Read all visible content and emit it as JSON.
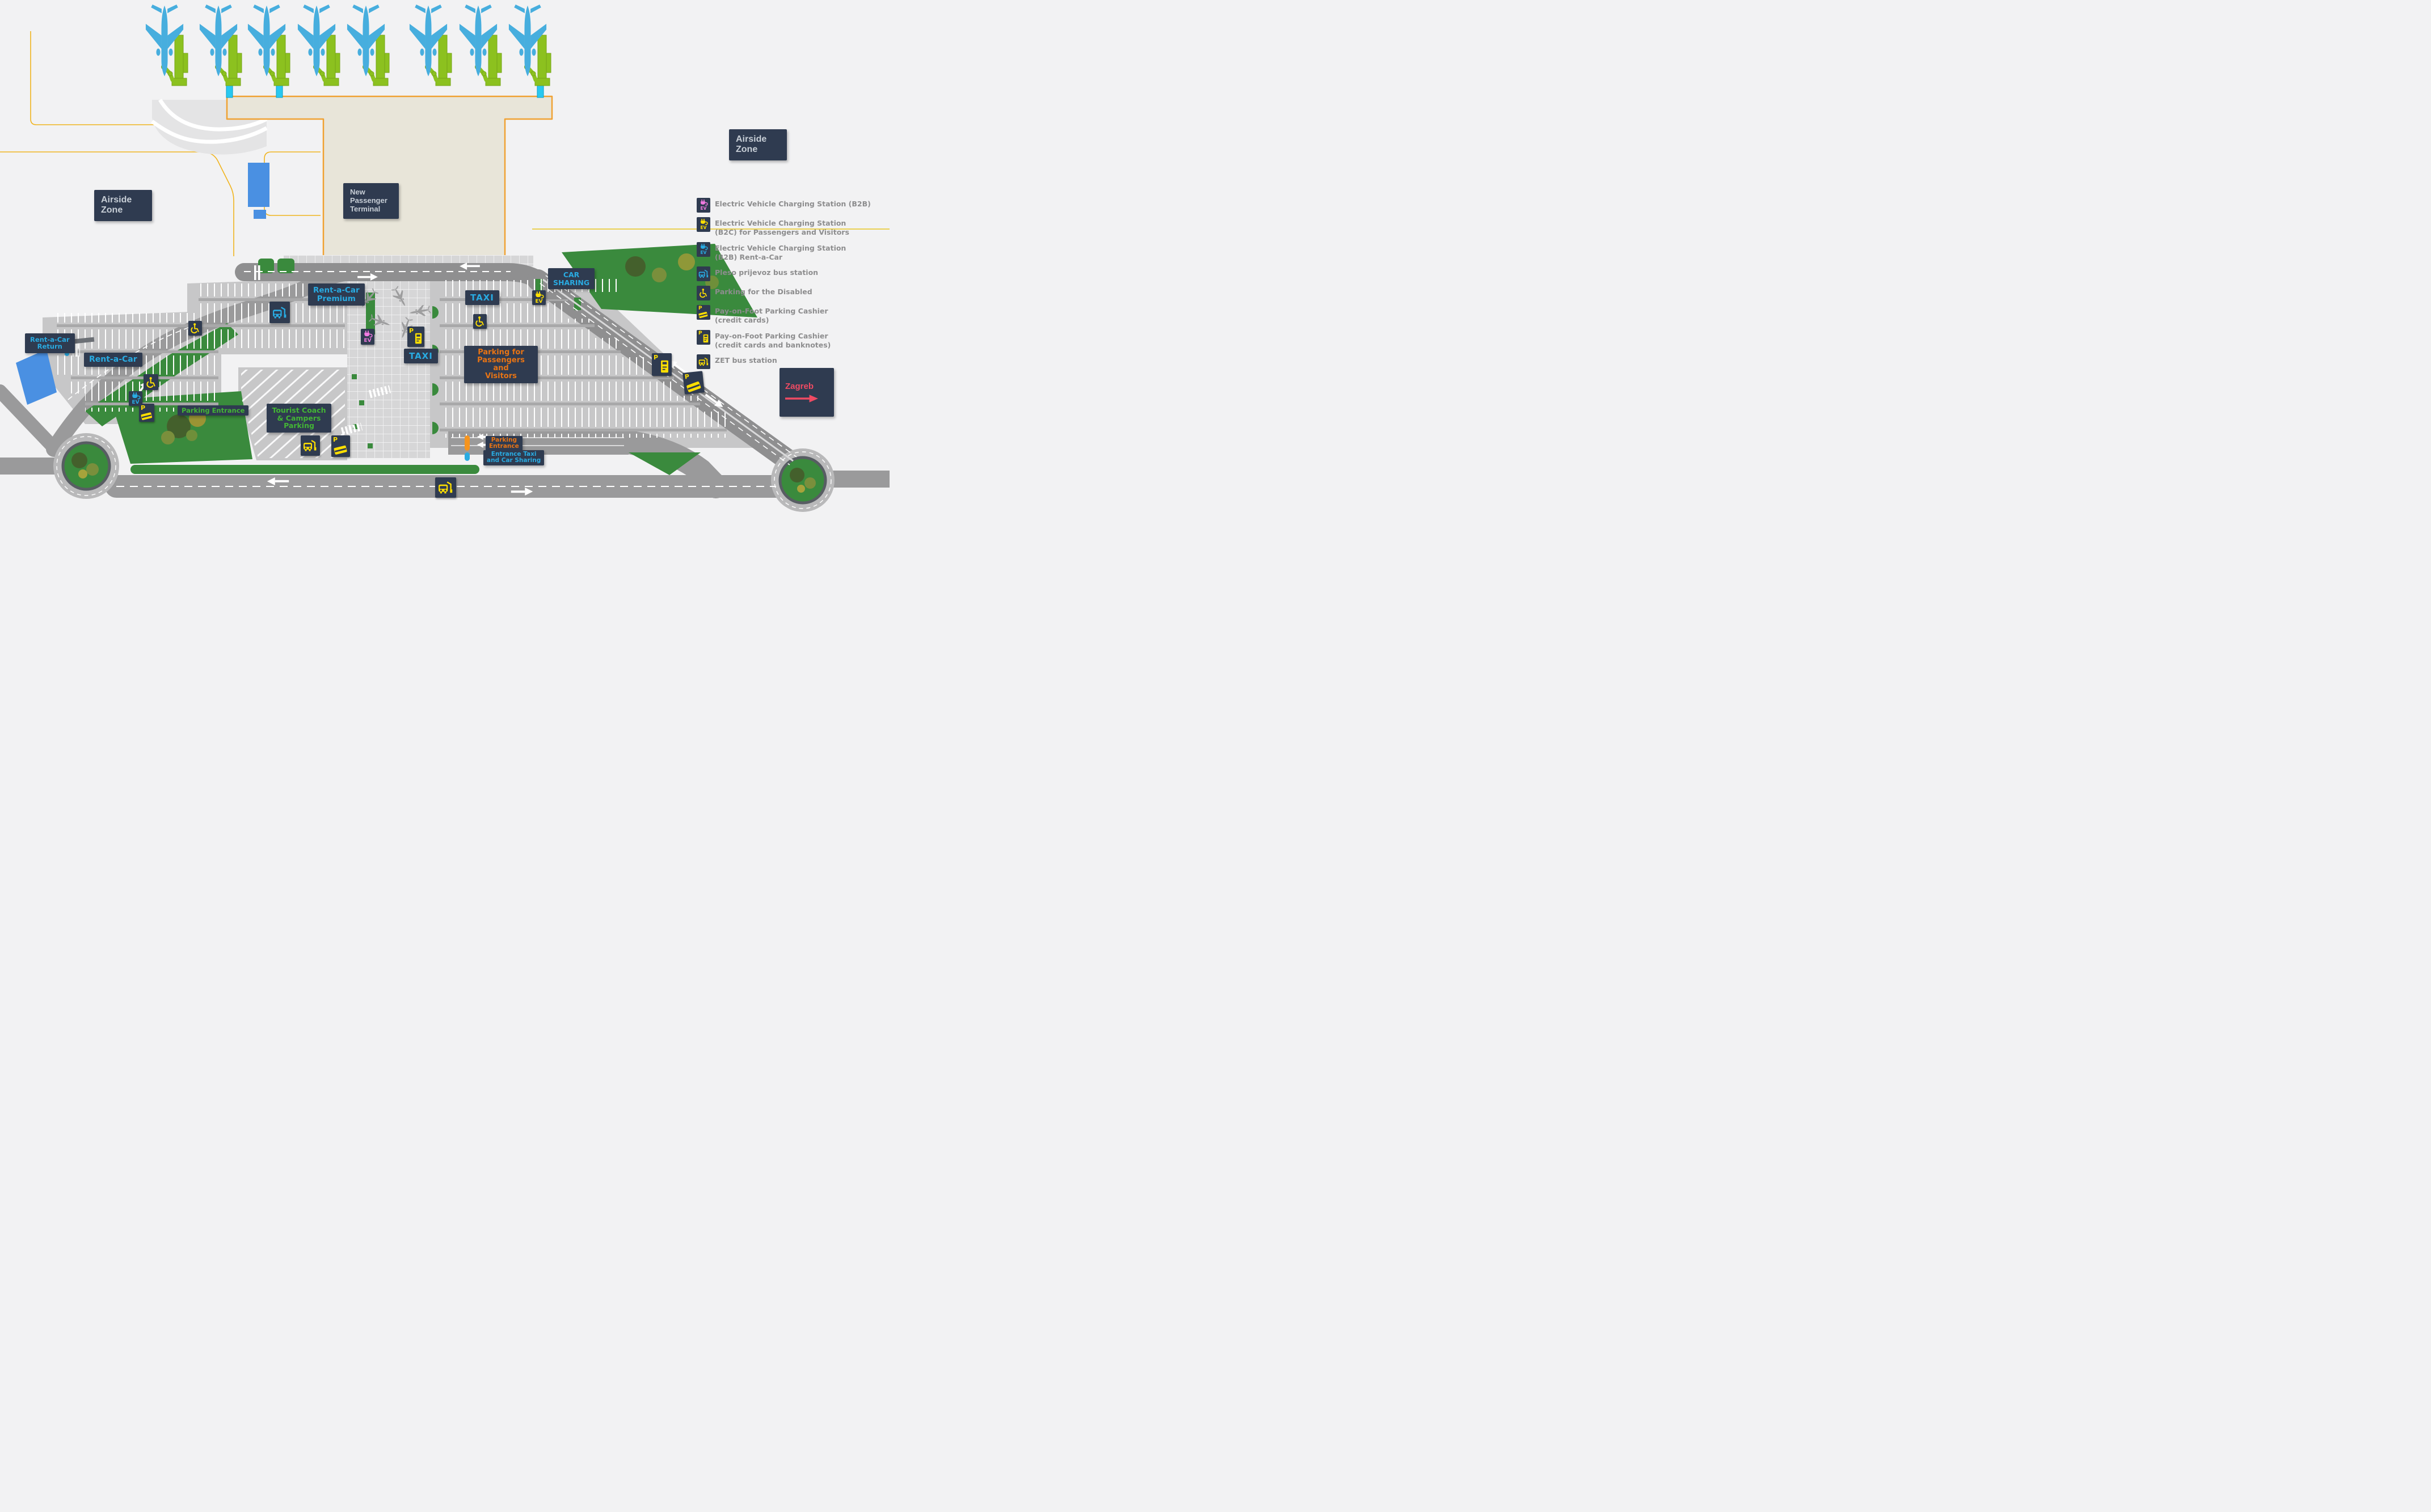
{
  "signs": {
    "airside": "Airside\nZone",
    "new_terminal": "New\nPassenger\nTerminal",
    "rac_return": "Rent-a-Car\nReturn",
    "rac": "Rent-a-Car",
    "rac_premium": "Rent-a-Car\nPremium",
    "taxi": "TAXI",
    "car_sharing": "CAR\nSHARING",
    "parking_pv": "Parking for\nPassengers and\nVisitors",
    "tourist": "Tourist Coach\n& Campers\nParking",
    "parking_entrance": "Parking Entrance",
    "parking_entrance_small": "Parking\nEntrance",
    "entrance_taxi": "Entrance Taxi\nand Car Sharing",
    "zagreb": "Zagreb"
  },
  "icons": {
    "ev_label": "EV",
    "p_label": "P"
  },
  "legend": {
    "items": [
      {
        "icon": "ev-pink-icon",
        "label": "Electric Vehicle Charging Station (B2B)"
      },
      {
        "icon": "ev-yellow-icon",
        "label": "Electric Vehicle Charging Station\n(B2C) for Passengers and Visitors"
      },
      {
        "icon": "ev-blue-icon",
        "label": "Electric Vehicle Charging Station\n(B2B) Rent-a-Car"
      },
      {
        "icon": "bus-blue-icon",
        "label": "Pleso prijevoz bus station"
      },
      {
        "icon": "wheelchair-icon",
        "label": "Parking for the Disabled"
      },
      {
        "icon": "p-card-icon",
        "label": "Pay-on-Foot Parking Cashier\n(credit cards)"
      },
      {
        "icon": "p-machine-icon",
        "label": "Pay-on-Foot Parking Cashier\n(credit cards and banknotes)"
      },
      {
        "icon": "bus-yellow-icon",
        "label": "ZET bus station"
      }
    ]
  },
  "colors": {
    "navy_sign": "#2f3b50",
    "blue_accent": "#29abe2",
    "orange_accent": "#e87414",
    "green_accent": "#43b535",
    "red_accent": "#ef4b63",
    "yellow_icon": "#ffdf00",
    "pink_icon": "#f07ae0",
    "map_green": "#3a8a3d",
    "plane_blue": "#47aede",
    "bridge_green": "#8cc11f",
    "terminal_beige": "#e8e5d9",
    "boundary_orange": "#f0b41e"
  }
}
